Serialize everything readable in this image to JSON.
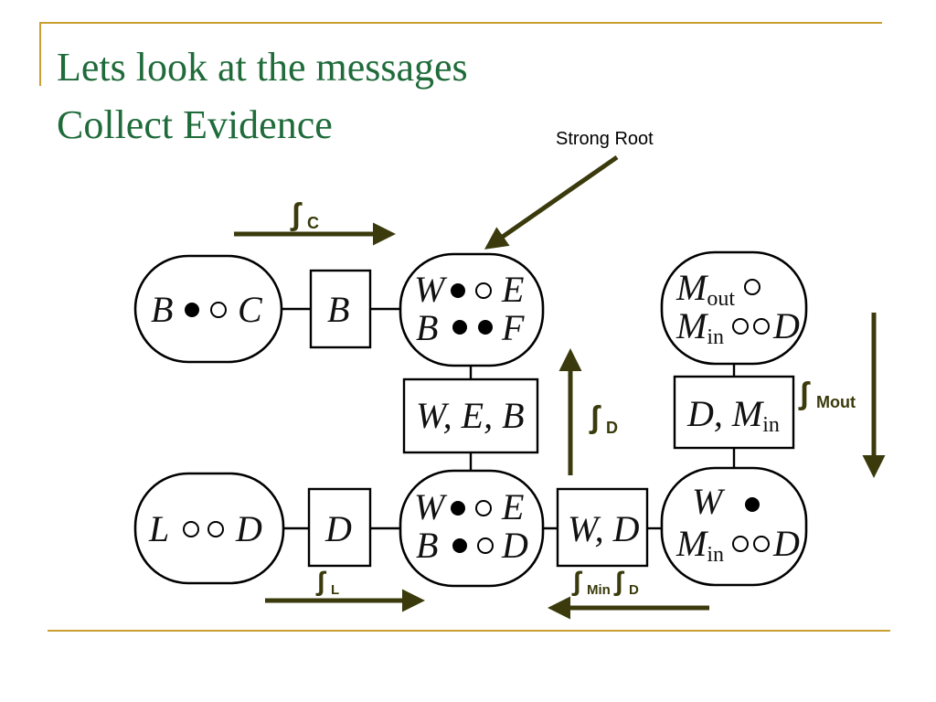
{
  "slide": {
    "title_line1": "Lets look at the messages",
    "title_line2": "Collect Evidence",
    "accent_color": "#c8a032",
    "title_color": "#1f6b3a",
    "arrow_color": "#3a3a0c"
  },
  "callout": {
    "label": "Strong Root"
  },
  "cliques": {
    "bc": {
      "v1": "B",
      "v2": "C"
    },
    "webf": {
      "r1a": "W",
      "r1b": "E",
      "r2a": "B",
      "r2b": "F"
    },
    "mout": {
      "r1": "M",
      "r1sub": "out",
      "r2": "M",
      "r2sub": "in",
      "r2b": "D"
    },
    "lod": {
      "v1": "L",
      "v2": "D"
    },
    "webd": {
      "r1a": "W",
      "r1b": "E",
      "r2a": "B",
      "r2b": "D"
    },
    "wmin": {
      "r1": "W",
      "r2": "M",
      "r2sub": "in",
      "r2b": "D"
    }
  },
  "separators": {
    "b": "B",
    "web": "W, E, B",
    "dmin": "D, M",
    "dmin_sub": "in",
    "d": "D",
    "wd": "W, D"
  },
  "messages": {
    "c": {
      "symbol": "ʃ",
      "sub": "C"
    },
    "d": {
      "symbol": "ʃ",
      "sub": "D"
    },
    "mout": {
      "symbol": "ʃ",
      "sub": "Mout"
    },
    "l": {
      "symbol": "ʃ",
      "sub": "L"
    },
    "mind": {
      "symbol1": "ʃ",
      "sub1": "Min",
      "symbol2": "ʃ",
      "sub2": "D"
    }
  }
}
